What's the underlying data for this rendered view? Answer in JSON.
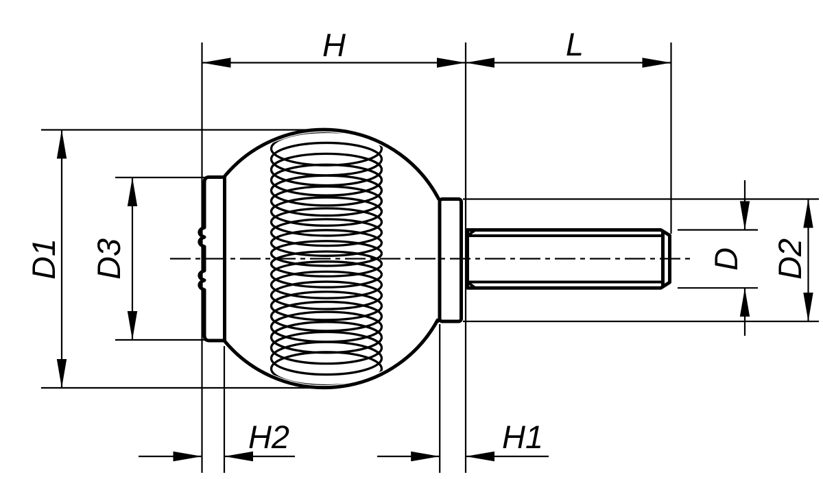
{
  "drawing": {
    "background_color": "#ffffff",
    "line_color": "#000000",
    "view": "side-view-technical-drawing-ball-knob-with-threaded-stud",
    "labels": {
      "h": "H",
      "l": "L",
      "d1": "D1",
      "d3": "D3",
      "h2": "H2",
      "h1": "H1",
      "d": "D",
      "d2": "D2"
    }
  }
}
